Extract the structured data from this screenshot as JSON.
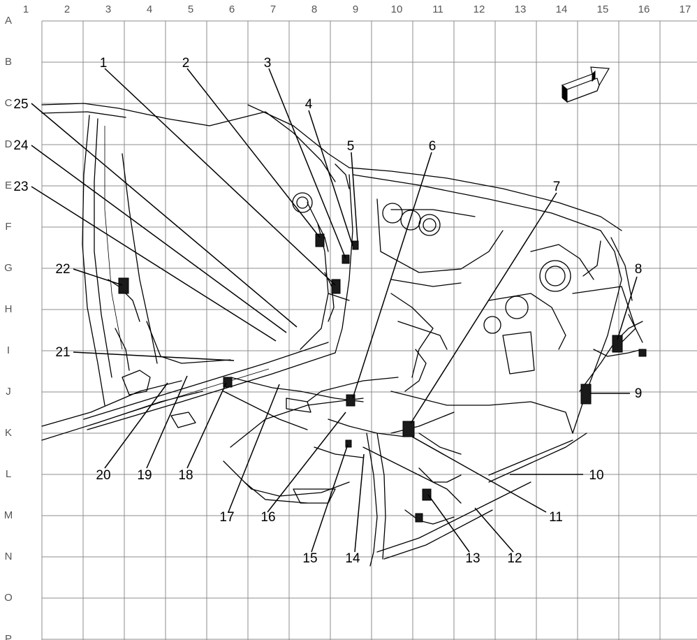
{
  "grid": {
    "columns": [
      "1",
      "2",
      "3",
      "4",
      "5",
      "6",
      "7",
      "8",
      "9",
      "10",
      "11",
      "12",
      "13",
      "14",
      "15",
      "16",
      "17"
    ],
    "rows": [
      "A",
      "B",
      "C",
      "D",
      "E",
      "F",
      "G",
      "H",
      "I",
      "J",
      "K",
      "L",
      "M",
      "N",
      "O",
      "P"
    ]
  },
  "callouts": [
    "1",
    "2",
    "3",
    "4",
    "5",
    "6",
    "7",
    "8",
    "9",
    "10",
    "11",
    "12",
    "13",
    "14",
    "15",
    "16",
    "17",
    "18",
    "19",
    "20",
    "21",
    "22",
    "23",
    "24",
    "25"
  ],
  "direction_icon": "forward-arrow-icon",
  "colors": {
    "line": "#000000",
    "grid": "#8c8c8c",
    "label": "#555555",
    "background": "#ffffff"
  }
}
